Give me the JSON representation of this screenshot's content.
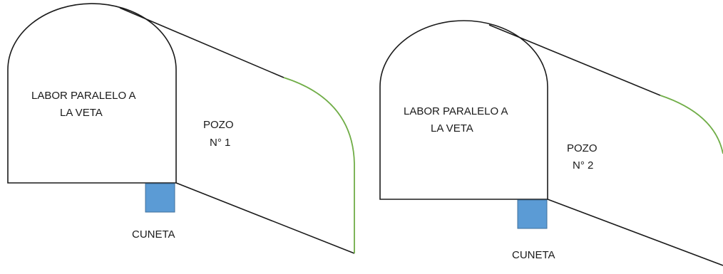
{
  "colors": {
    "line": "#1a1a1a",
    "arc": "#70ad47",
    "cuneta_fill": "#5b9bd5",
    "cuneta_stroke": "#41719c"
  },
  "figures": [
    {
      "labor_line1": "LABOR PARALELO A",
      "labor_line2": "LA VETA",
      "pozo_line1": "POZO",
      "pozo_line2": "N° 1",
      "cuneta": "CUNETA"
    },
    {
      "labor_line1": "LABOR PARALELO A",
      "labor_line2": "LA VETA",
      "pozo_line1": "POZO",
      "pozo_line2": "N° 2",
      "cuneta": "CUNETA"
    }
  ]
}
